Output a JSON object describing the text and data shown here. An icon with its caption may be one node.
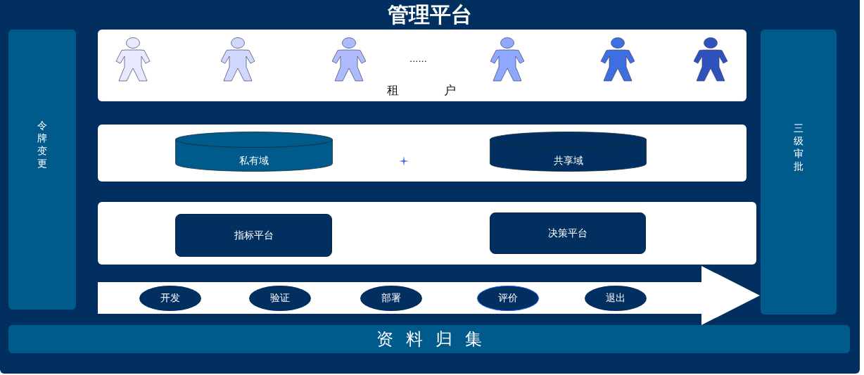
{
  "diagram": {
    "title": "管理平台",
    "nodes": [
      {
        "text": [
          "令牌变更"
        ]
      },
      {
        "text": [
          "租户"
        ]
      },
      {
        "text": [],
        "shape": "box"
      },
      {
        "text": [
          "私有域"
        ],
        "in": 2
      },
      {
        "text": [
          "共享域"
        ],
        "in": 2
      },
      {
        "text": [],
        "shape": "box"
      },
      {
        "text": [
          "指标平台"
        ],
        "in": 5
      },
      {
        "text": [
          "决策平台"
        ],
        "in": 5
      },
      {
        "text": [],
        "shape": "arrow"
      },
      {
        "text": [
          "开发"
        ],
        "in": 8
      },
      {
        "text": [
          "验证"
        ],
        "in": 8
      },
      {
        "text": [
          "部署"
        ],
        "in": 8
      },
      {
        "text": [
          "评价"
        ],
        "in": 8
      },
      {
        "text": [
          "退出"
        ],
        "in": 8
      },
      {
        "text": [
          "三级审批"
        ]
      },
      {
        "text": [
          "资料归集"
        ]
      }
    ],
    "labels": [
      "......"
    ]
  }
}
